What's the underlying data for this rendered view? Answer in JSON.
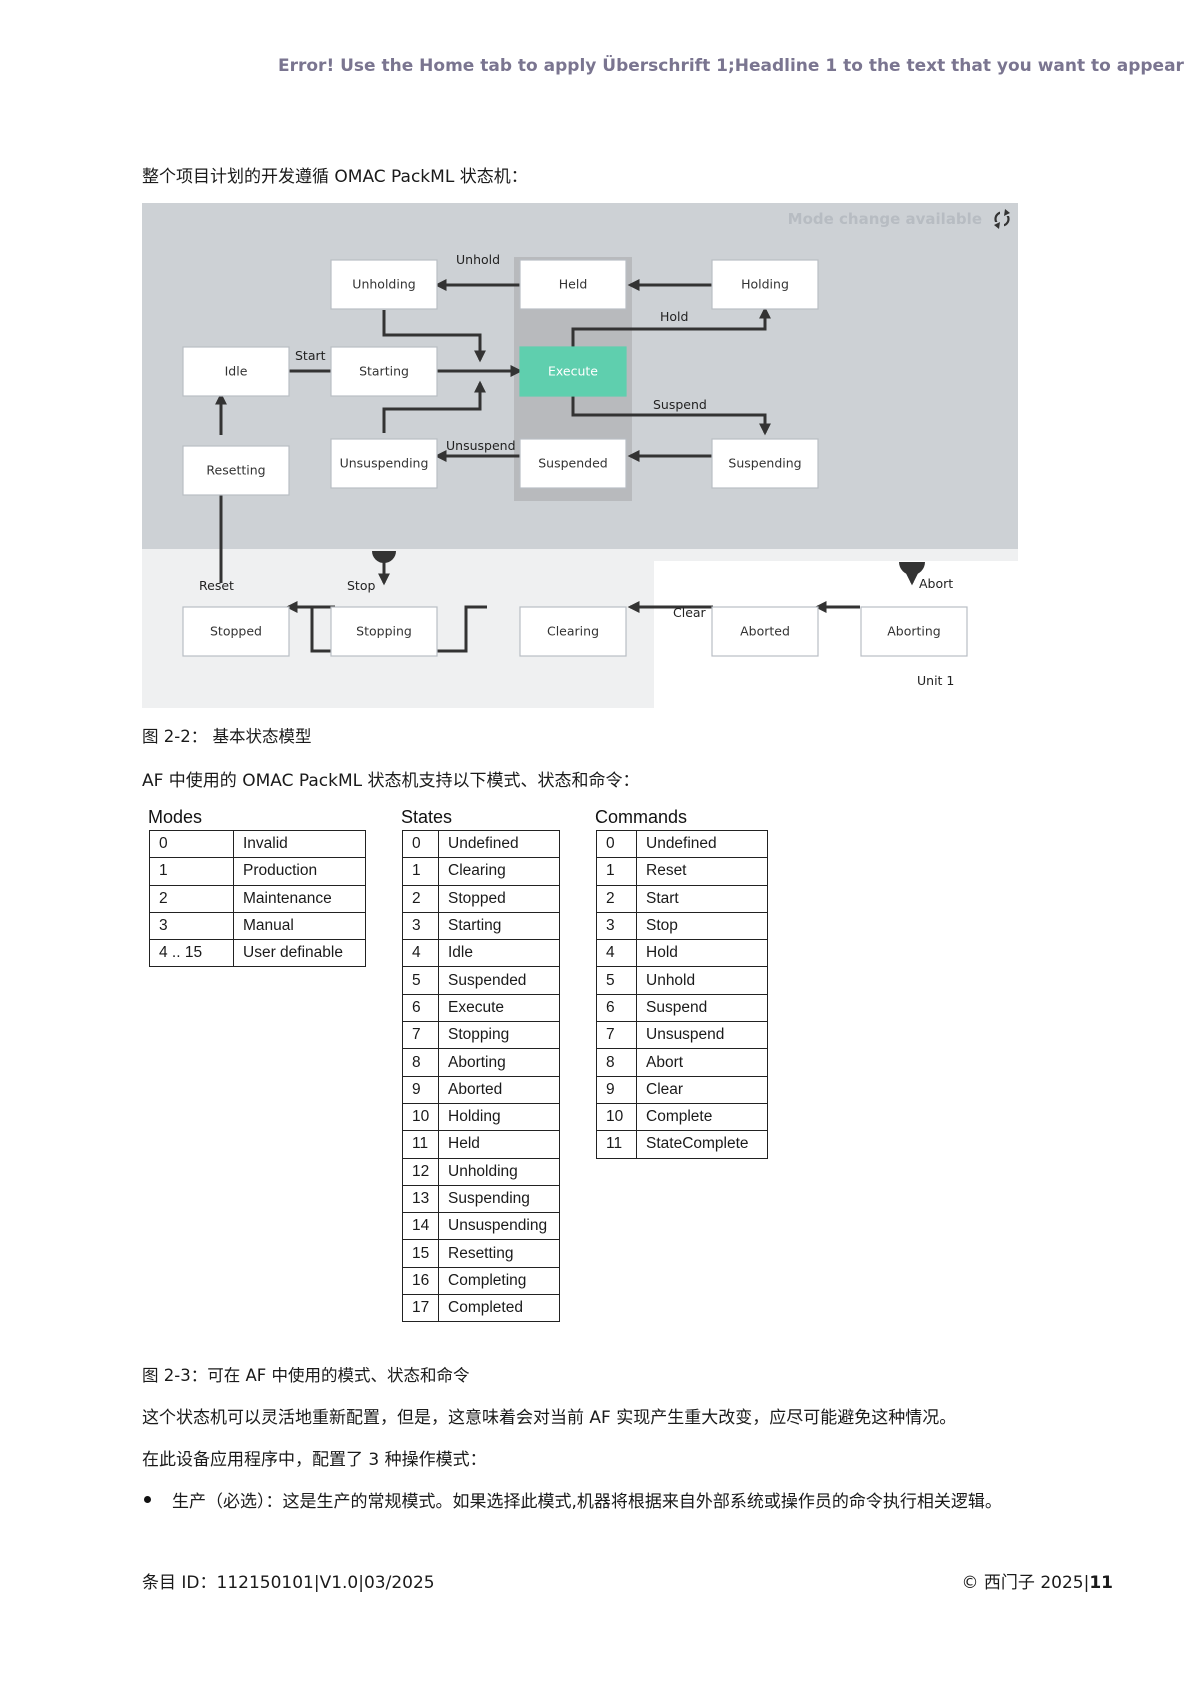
{
  "header": {
    "error_text": "Error! Use the Home tab to apply Überschrift 1;Headline 1 to the text that you want to appear here."
  },
  "intro": "整个项目计划的开发遵循 OMAC PackML 状态机：",
  "diagram": {
    "mode_change_text": "Mode change available",
    "unit_label": "Unit 1",
    "colors": {
      "main_bg": "#cdd1d5",
      "lower_bg": "#eff0f1",
      "active": "#5fcfae",
      "hold_column": "#b8babd"
    },
    "states": {
      "unholding": "Unholding",
      "held": "Held",
      "holding": "Holding",
      "idle": "Idle",
      "starting": "Starting",
      "execute": "Execute",
      "resetting": "Resetting",
      "unsuspending": "Unsuspending",
      "suspended": "Suspended",
      "suspending": "Suspending",
      "stopped": "Stopped",
      "stopping": "Stopping",
      "clearing": "Clearing",
      "aborted": "Aborted",
      "aborting": "Aborting"
    },
    "commands": {
      "unhold": "Unhold",
      "hold": "Hold",
      "start": "Start",
      "suspend": "Suspend",
      "unsuspend": "Unsuspend",
      "reset": "Reset",
      "stop": "Stop",
      "clear": "Clear",
      "abort": "Abort"
    }
  },
  "caption_fig_2_2": "图 2-2： 基本状态模型",
  "para_supports": "AF 中使用的 OMAC PackML 状态机支持以下模式、状态和命令：",
  "tables": {
    "modes": {
      "title": "Modes",
      "rows": [
        [
          "0",
          "Invalid"
        ],
        [
          "1",
          "Production"
        ],
        [
          "2",
          "Maintenance"
        ],
        [
          "3",
          "Manual"
        ],
        [
          "4 .. 15",
          "User definable"
        ]
      ]
    },
    "states": {
      "title": "States",
      "rows": [
        [
          "0",
          "Undefined"
        ],
        [
          "1",
          "Clearing"
        ],
        [
          "2",
          "Stopped"
        ],
        [
          "3",
          "Starting"
        ],
        [
          "4",
          "Idle"
        ],
        [
          "5",
          "Suspended"
        ],
        [
          "6",
          "Execute"
        ],
        [
          "7",
          "Stopping"
        ],
        [
          "8",
          "Aborting"
        ],
        [
          "9",
          "Aborted"
        ],
        [
          "10",
          "Holding"
        ],
        [
          "11",
          "Held"
        ],
        [
          "12",
          "Unholding"
        ],
        [
          "13",
          "Suspending"
        ],
        [
          "14",
          "Unsuspending"
        ],
        [
          "15",
          "Resetting"
        ],
        [
          "16",
          "Completing"
        ],
        [
          "17",
          "Completed"
        ]
      ]
    },
    "commands": {
      "title": "Commands",
      "rows": [
        [
          "0",
          "Undefined"
        ],
        [
          "1",
          "Reset"
        ],
        [
          "2",
          "Start"
        ],
        [
          "3",
          "Stop"
        ],
        [
          "4",
          "Hold"
        ],
        [
          "5",
          "Unhold"
        ],
        [
          "6",
          "Suspend"
        ],
        [
          "7",
          "Unsuspend"
        ],
        [
          "8",
          "Abort"
        ],
        [
          "9",
          "Clear"
        ],
        [
          "10",
          "Complete"
        ],
        [
          "11",
          "StateComplete"
        ]
      ]
    }
  },
  "caption_fig_2_3": "图 2-3：可在 AF 中使用的模式、状态和命令",
  "para_reconfig": "这个状态机可以灵活地重新配置，但是，这意味着会对当前 AF 实现产生重大改变，应尽可能避免这种情况。",
  "para_modes": "在此设备应用程序中，配置了 3 种操作模式：",
  "bullet_1": "生产（必选）：这是生产的常规模式。如果选择此模式,机器将根据来自外部系统或操作员的命令执行相关逻辑。",
  "footer": {
    "entry_id": "条目 ID：112150101|V1.0|03/2025",
    "copyright": "© 西门子 2025|",
    "page_number": "11"
  }
}
